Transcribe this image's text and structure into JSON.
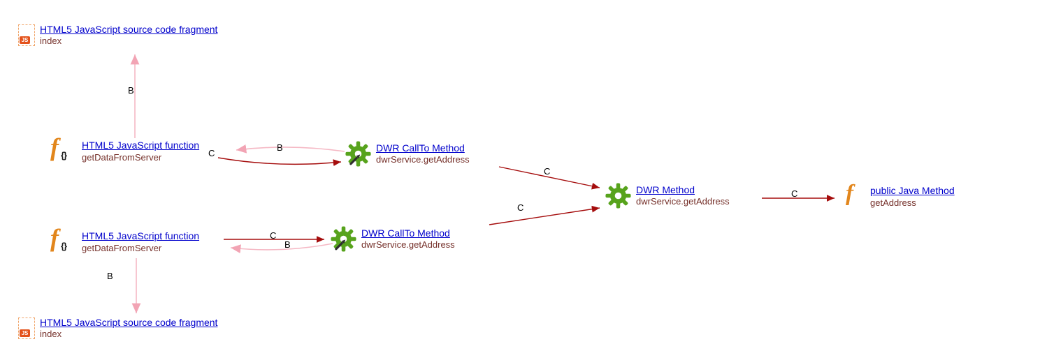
{
  "page": {
    "background": "#ffffff"
  },
  "colors": {
    "link_blue": "#0000cc",
    "subtitle_maroon": "#75302a",
    "call_red": "#a50d0d",
    "back_pink": "#f5b8c4",
    "gear_green": "#57a31c",
    "icon_orange": "#e2861c"
  },
  "icons": {
    "js_badge_text": "JS",
    "function_glyph": "f",
    "function_braces": "{}",
    "java_glyph": "f"
  },
  "nodes": {
    "src_top": {
      "title": "HTML5 JavaScript source code fragment",
      "subtitle": "index"
    },
    "func_top": {
      "title": "HTML5 JavaScript function",
      "subtitle": "getDataFromServer"
    },
    "callto_top": {
      "title": "DWR CallTo Method",
      "subtitle": "dwrService.getAddress"
    },
    "func_bottom": {
      "title": "HTML5 JavaScript function",
      "subtitle": "getDataFromServer"
    },
    "callto_bottom": {
      "title": "DWR CallTo Method",
      "subtitle": "dwrService.getAddress"
    },
    "dwr_method": {
      "title": "DWR Method",
      "subtitle": "dwrService.getAddress"
    },
    "java_method": {
      "title": "public Java Method",
      "subtitle": "getAddress"
    },
    "src_bottom": {
      "title": "HTML5 JavaScript source code fragment",
      "subtitle": "index"
    }
  },
  "edges": {
    "func_top_to_src_top": {
      "label": "B"
    },
    "func_top_to_callto_top": {
      "label": "C"
    },
    "callto_top_to_func_top": {
      "label": "B"
    },
    "callto_top_to_dwr_method": {
      "label": "C"
    },
    "callto_bottom_to_dwr_method": {
      "label": "C"
    },
    "func_bottom_to_callto_bottom": {
      "label": "C"
    },
    "callto_bottom_to_func_bottom": {
      "label": "B"
    },
    "dwr_method_to_java_method": {
      "label": "C"
    },
    "func_bottom_to_src_bottom": {
      "label": "B"
    }
  }
}
